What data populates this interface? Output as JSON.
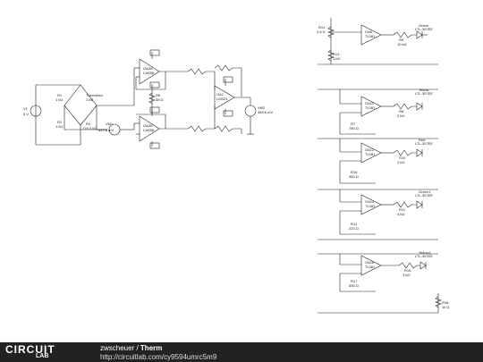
{
  "schematic": {
    "left": {
      "v1": {
        "name": "V1",
        "value": "5 V"
      },
      "r1": {
        "name": "R1",
        "value": "1 kΩ"
      },
      "r2": {
        "name": "R2",
        "value": "1 kΩ"
      },
      "thermistor": {
        "name": "Thermistor",
        "value": "1 kΩ"
      },
      "r4": {
        "name": "R4",
        "value": "779.2 kΩ"
      },
      "vm": {
        "name": "VM1",
        "value": "317.6 mV"
      },
      "oa1": {
        "name": "OA3A",
        "model": "LM358"
      },
      "oa2": {
        "name": "OA3D",
        "model": "LM358"
      },
      "oa_diff": {
        "name": "OA1",
        "model": "LM324"
      },
      "rg": {
        "name": "R6",
        "value": "36 Ω"
      },
      "vout": {
        "name": "VM2",
        "value": "489.6 mV"
      }
    },
    "right": {
      "r_top": {
        "name": "R14",
        "value": "0.6 Ω"
      },
      "r_top2": {
        "name": "R13",
        "value": "1 kΩ"
      },
      "comparators": [
        {
          "name": "OA6",
          "model": "TL081",
          "led_color": "Green",
          "led_model": "LTL-307EE",
          "r_out": "R9",
          "r_out_val": "10 kΩ",
          "r_fb": "",
          "r_fb_val": ""
        },
        {
          "name": "OA11",
          "model": "TL081",
          "led_color": "Yellow",
          "led_model": "LTL-307EE",
          "r_out": "R8",
          "r_out_val": "2 kΩ",
          "r_fb": "R7",
          "r_fb_val": "780 Ω"
        },
        {
          "name": "OA12",
          "model": "TL081",
          "led_color": "Red",
          "led_model": "LTL-307EE",
          "r_out": "R10",
          "r_out_val": "2 kΩ",
          "r_fb": "R16",
          "r_fb_val": "350 Ω"
        },
        {
          "name": "OA14",
          "model": "TL081",
          "led_color": "Green1",
          "led_model": "LTL-307EE",
          "r_out": "R11",
          "r_out_val": "4 kΩ",
          "r_fb": "R12",
          "r_fb_val": "220 Ω"
        },
        {
          "name": "OA18",
          "model": "TL081",
          "led_color": "Yellow1",
          "led_model": "LTL-307EE",
          "r_out": "R15",
          "r_out_val": "3 kΩ",
          "r_fb": "R17",
          "r_fb_val": "390 Ω"
        }
      ],
      "r_bottom": {
        "name": "R18",
        "value": "1k Ω"
      }
    }
  },
  "footer": {
    "logo_top": "CIRCUIT",
    "logo_bottom": "LAB",
    "author": "zwscheuer",
    "separator": " / ",
    "title": "Therm",
    "url": "http://circuitlab.com/cy9594umrc5m9"
  }
}
